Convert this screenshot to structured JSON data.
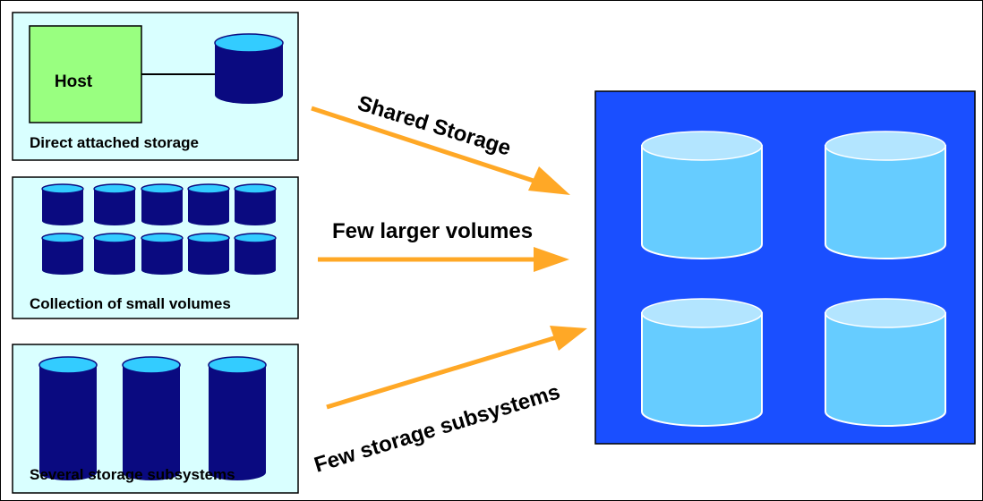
{
  "panels": {
    "direct": {
      "label": "Direct attached storage",
      "host_label": "Host"
    },
    "small": {
      "label": "Collection of small volumes"
    },
    "subsystems": {
      "label": "Several storage subsystems"
    }
  },
  "arrows": {
    "shared": "Shared Storage",
    "larger": "Few larger volumes",
    "subsystems": "Few storage subsystems"
  },
  "colors": {
    "panel_fill": "#d9ffff",
    "host_fill": "#99ff80",
    "dark_cylinder": "#0a0a80",
    "dark_cylinder_top": "#33ccff",
    "big_box": "#1a4fff",
    "light_cylinder": "#66ccff",
    "light_cylinder_top": "#b3e5ff",
    "arrow": "#ffa826"
  }
}
